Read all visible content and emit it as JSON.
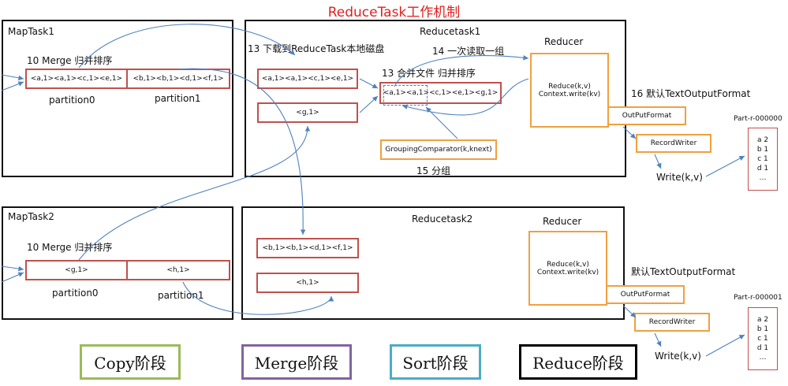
{
  "title": "ReduceTask工作机制",
  "maptask1": {
    "label": "MapTask1",
    "merge_label": "10 Merge 归并排序",
    "partition0_content": "<a,1><a,1><c,1><e,1>",
    "partition1_content": "<b,1><b,1><d,1><f,1>",
    "partition0_label": "partition0",
    "partition1_label": "partition1"
  },
  "maptask2": {
    "label": "MapTask2",
    "merge_label": "10 Merge 归并排序",
    "partition0_content": "<g,1>",
    "partition1_content": "<h,1>",
    "partition0_label": "partition0",
    "partition1_label": "partition1"
  },
  "reducetask1": {
    "label": "Reducetask1",
    "download_label": "13 下载到ReduceTask本地磁盘",
    "buffer1": "<a,1><a,1><c,1><e,1>",
    "buffer2": "<g,1>",
    "merge_label": "13 合并文件 归并排序",
    "merged": "<a,1><a,1><c,1><e,1><g,1>",
    "read_label": "14 一次读取一组",
    "reducer_title": "Reducer",
    "reduce_call": "Reduce(k,v)",
    "context_write": "Context.write(kv)",
    "grouping": "GroupingComparator(k,knext)",
    "group_label": "15 分组",
    "output_format_label": "16 默认TextOutputFormat",
    "output_format": "OutPutFormat",
    "record_writer": "RecordWriter",
    "write": "Write(k,v)",
    "part_file": "Part-r-000000",
    "part_lines": [
      "a 2",
      "b 1",
      "c 1",
      "d 1",
      "…"
    ]
  },
  "reducetask2": {
    "label": "Reducetask2",
    "buffer1": "<b,1><b,1><d,1><f,1>",
    "buffer2": "<h,1>",
    "reducer_title": "Reducer",
    "reduce_call": "Reduce(k,v)",
    "context_write": "Context.write(kv)",
    "output_format_label": "默认TextOutputFormat",
    "output_format": "OutPutFormat",
    "record_writer": "RecordWriter",
    "write": "Write(k,v)",
    "part_file": "Part-r-000001",
    "part_lines": [
      "a 2",
      "b 1",
      "c 1",
      "d 1",
      "…"
    ]
  },
  "phases": [
    {
      "label": "Copy阶段",
      "color": "#9bbb59"
    },
    {
      "label": "Merge阶段",
      "color": "#8064a2"
    },
    {
      "label": "Sort阶段",
      "color": "#4bacc6"
    },
    {
      "label": "Reduce阶段",
      "color": "#000000"
    }
  ],
  "colors": {
    "title": "#e02020",
    "partition_border": "#c0504d",
    "reducer_border": "#f0a040",
    "arrow": "#4f81bd"
  }
}
